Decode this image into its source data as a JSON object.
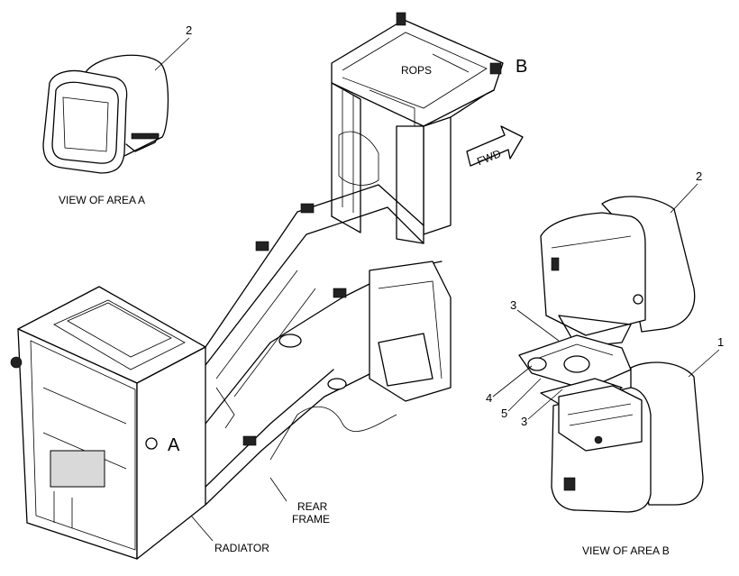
{
  "labels": {
    "view_area_a": "VIEW OF AREA A",
    "view_area_b": "VIEW OF AREA B",
    "rops": "ROPS",
    "fwd": "FWD",
    "callout_a": "A",
    "callout_b": "B",
    "rear_frame_line1": "REAR",
    "rear_frame_line2": "FRAME",
    "radiator": "RADIATOR"
  },
  "part_numbers": {
    "area_a_lamp": "2",
    "area_b_upper_lamp": "2",
    "area_b_lower_lamp": "1",
    "bracket_upper": "3",
    "bracket_lower": "3",
    "bolt": "4",
    "nut": "5"
  }
}
